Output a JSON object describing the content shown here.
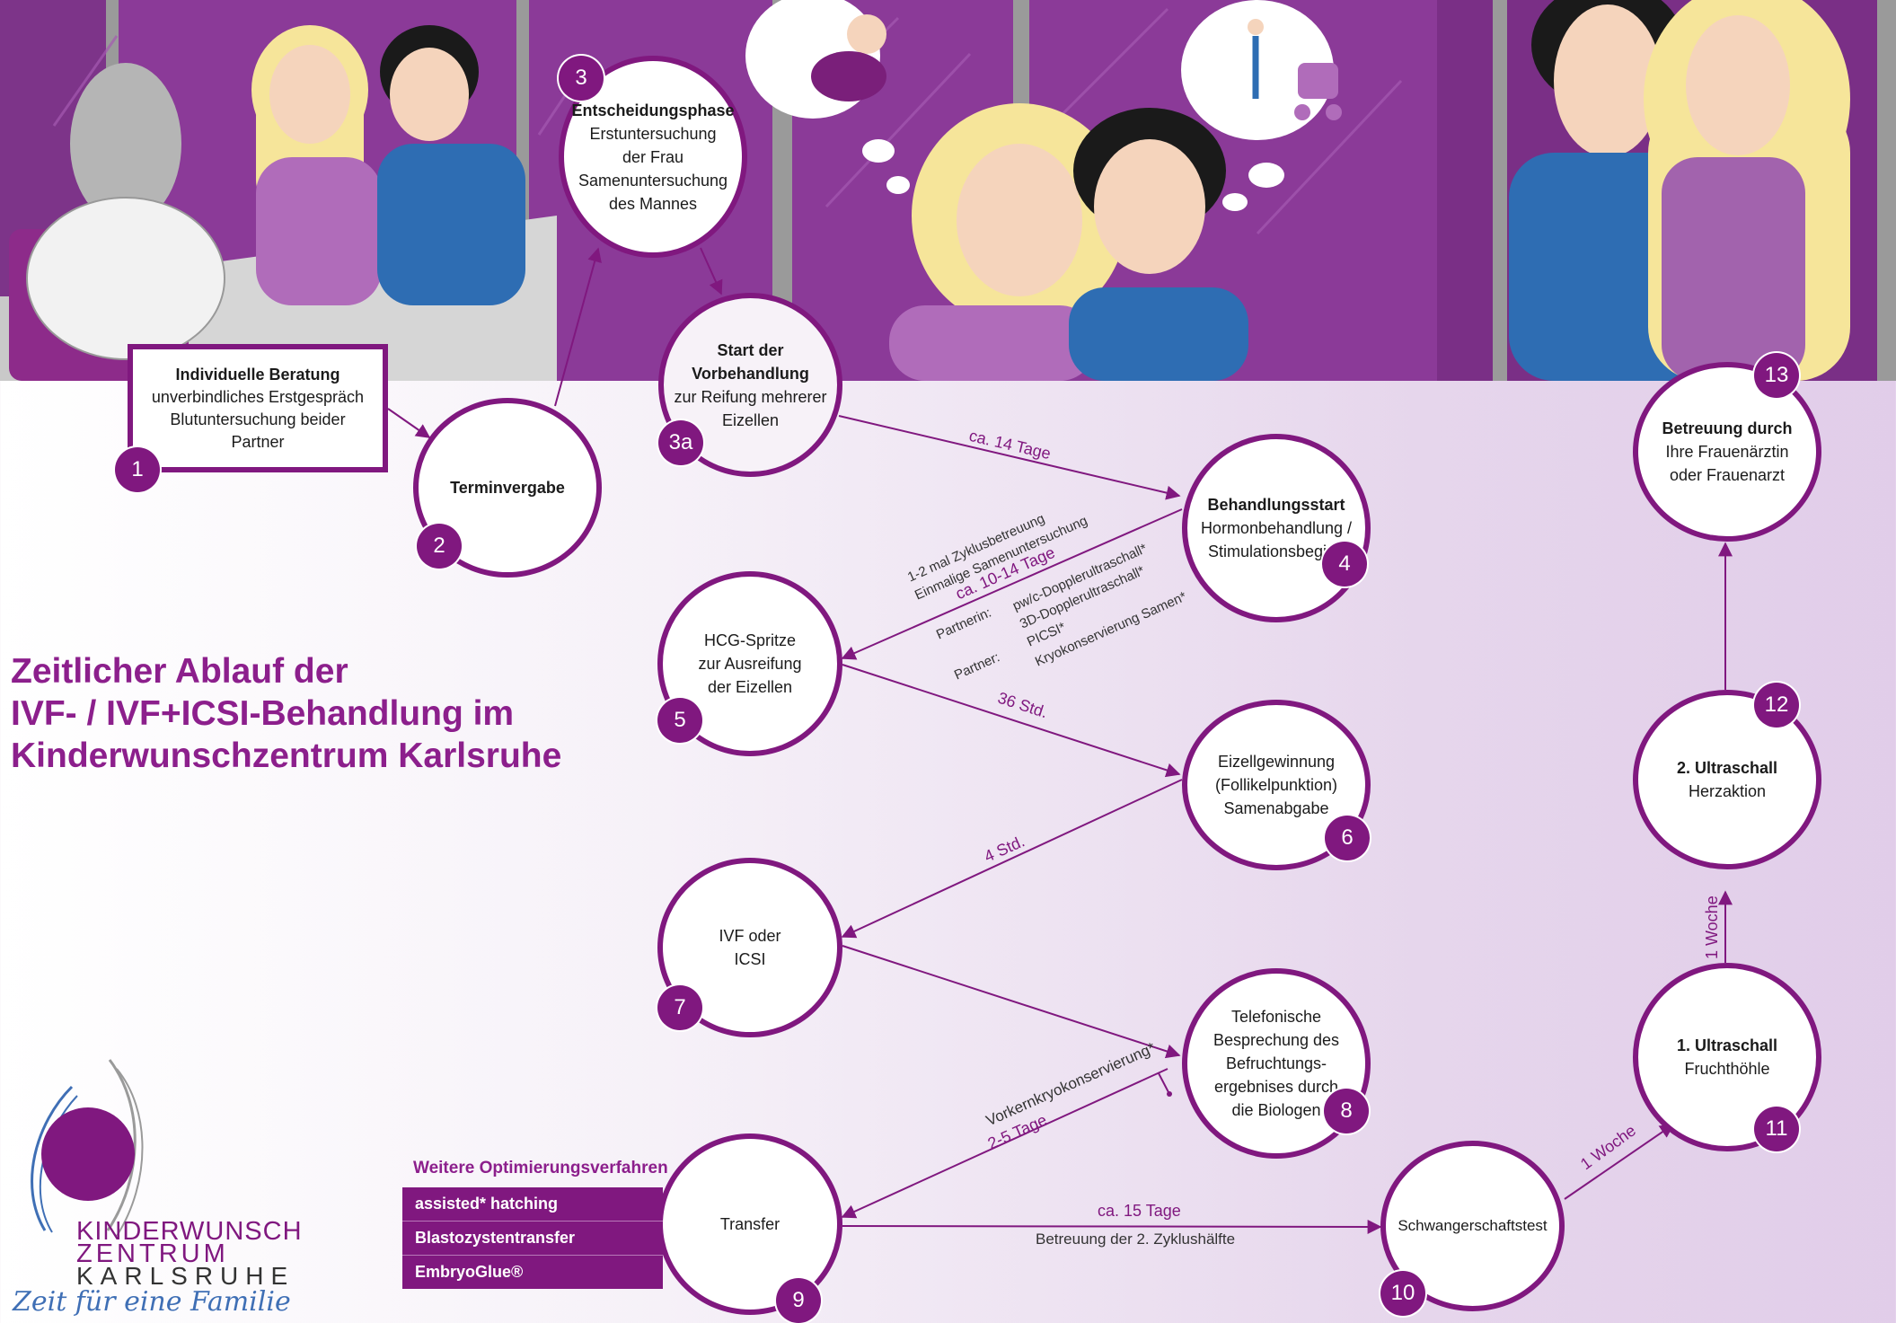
{
  "title_lines": [
    "Zeitlicher Ablauf der",
    "IVF- / IVF+ICSI-Behandlung im",
    "Kinderwunschzentrum Karlsruhe"
  ],
  "colors": {
    "accent": "#80187f",
    "accent_dark": "#5f1a6e",
    "banner_bg": "#8b3a98"
  },
  "steps": {
    "s1": {
      "num": "1",
      "title": "Individuelle Beratung",
      "lines": [
        "unverbindliches Erstgespräch",
        "Blutuntersuchung beider",
        "Partner"
      ]
    },
    "s2": {
      "num": "2",
      "title": "Terminvergabe"
    },
    "s3": {
      "num": "3",
      "title": "Entscheidungsphase",
      "lines": [
        "Erstuntersuchung",
        "der Frau",
        "Samenuntersuchung",
        "des Mannes"
      ]
    },
    "s3a": {
      "num": "3a",
      "title": "Start der Vorbehandlung",
      "lines": [
        "zur Reifung mehrerer",
        "Eizellen"
      ]
    },
    "s4": {
      "num": "4",
      "title": "Behandlungsstart",
      "lines": [
        "Hormonbehandlung /",
        "Stimulationsbeginn"
      ]
    },
    "s5": {
      "num": "5",
      "lines": [
        "HCG-Spritze",
        "zur Ausreifung",
        "der Eizellen"
      ]
    },
    "s6": {
      "num": "6",
      "lines": [
        "Eizellgewinnung",
        "(Follikelpunktion)",
        "Samenabgabe"
      ]
    },
    "s7": {
      "num": "7",
      "lines": [
        "IVF oder",
        "ICSI"
      ]
    },
    "s8": {
      "num": "8",
      "lines": [
        "Telefonische",
        "Besprechung des",
        "Befruchtungs-",
        "ergebnises durch",
        "die Biologen"
      ]
    },
    "s9": {
      "num": "9",
      "lines": [
        "Transfer"
      ]
    },
    "s10": {
      "num": "10",
      "lines": [
        "Schwangerschaftstest"
      ]
    },
    "s11": {
      "num": "11",
      "title": "1. Ultraschall",
      "lines": [
        "Fruchthöhle"
      ]
    },
    "s12": {
      "num": "12",
      "title": "2. Ultraschall",
      "lines": [
        "Herzaktion"
      ]
    },
    "s13": {
      "num": "13",
      "title": "Betreuung durch",
      "lines": [
        "Ihre Frauenärztin",
        "oder Frauenarzt"
      ]
    }
  },
  "labels": {
    "ca14": "ca. 14 Tage",
    "ca1014": "ca. 10-14 Tage",
    "h36": "36 Std.",
    "h4": "4 Std.",
    "d25": "2-5 Tage",
    "vorkern": "Vorkernkryokonservierung*",
    "ca15": "ca. 15 Tage",
    "betreuung": "Betreuung der 2. Zyklushälfte",
    "woche1": "1 Woche",
    "woche2": "1 Woche"
  },
  "details": {
    "d1": "1-2 mal Zyklusbetreuung",
    "d2": "Einmalige Samenuntersuchung",
    "partnerin_label": "Partnerin:",
    "partnerin_1": "pw/c-Dopplerultraschall*",
    "partnerin_2": "3D-Dopplerultraschall*",
    "partnerin_3": "PICSI*",
    "partner_label": "Partner:",
    "partner_1": "Kryokonservierung Samen*"
  },
  "optimization": {
    "title": "Weitere Optimierungsverfahren",
    "items": [
      "assisted* hatching",
      "Blastozystentransfer",
      "EmbryoGlue®"
    ]
  },
  "logo": {
    "line1": "KINDERWUNSCH",
    "line2": "ZENTRUM",
    "line3": "KARLSRUHE",
    "tagline": "Zeit für eine Familie"
  }
}
